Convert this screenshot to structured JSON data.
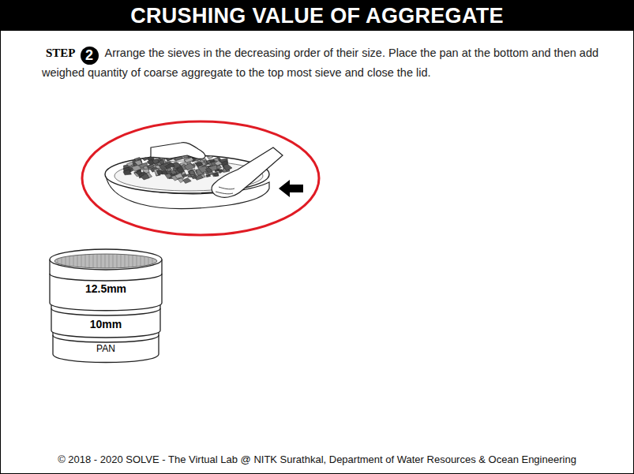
{
  "diagram": {
    "title": "CRUSHING VALUE OF AGGREGATE",
    "nodes": [
      {
        "text": [
          "2"
        ]
      },
      {
        "text": [
          "12.5mm"
        ]
      },
      {
        "text": [
          "10mm"
        ]
      },
      {
        "text": [
          "PAN"
        ]
      }
    ],
    "labels": [
      "STEP",
      "Arrange the sieves in the decreasing order of their size. Place the pan at the bottom and then add weighed quantity of coarse aggregate to the top most sieve and close the lid.",
      "© 2018 - 2020 SOLVE - The Virtual Lab @ NITK Surathkal, Department of Water Resources & Ocean Engineering"
    ]
  }
}
